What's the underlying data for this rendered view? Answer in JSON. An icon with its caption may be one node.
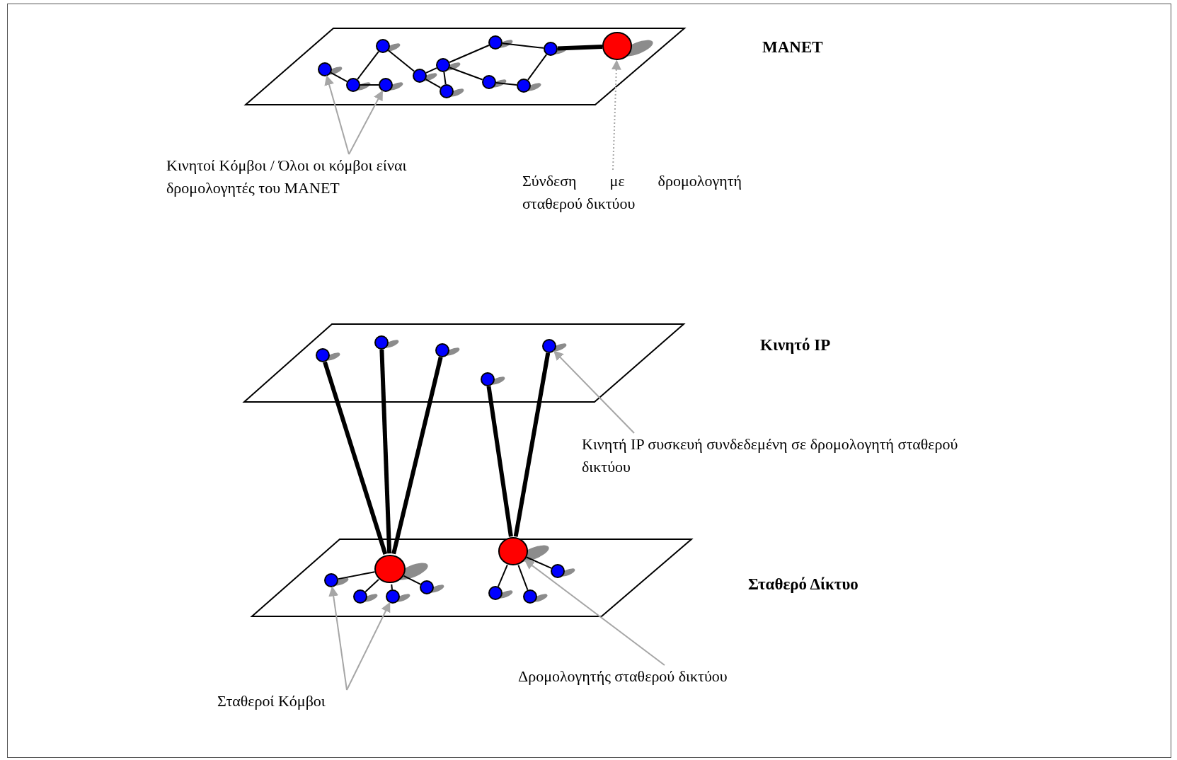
{
  "diagram": {
    "nodes": [
      {
        "text": [],
        "shape": "parallelogram"
      },
      {
        "text": [],
        "shape": "circle",
        "in": 0
      },
      {
        "text": [],
        "shape": "circle",
        "in": 0
      },
      {
        "text": [],
        "shape": "circle",
        "in": 0
      },
      {
        "text": [],
        "shape": "circle",
        "in": 0
      },
      {
        "text": [],
        "shape": "circle",
        "in": 0
      },
      {
        "text": [],
        "shape": "circle",
        "in": 0
      },
      {
        "text": [],
        "shape": "circle",
        "in": 0
      },
      {
        "text": [],
        "shape": "circle",
        "in": 0
      },
      {
        "text": [],
        "shape": "circle",
        "in": 0
      },
      {
        "text": [],
        "shape": "circle",
        "in": 0
      },
      {
        "text": [],
        "shape": "circle",
        "in": 0
      },
      {
        "text": [],
        "shape": "circle",
        "in": 0
      },
      {
        "text": [
          "Κινητοί Κόμβοι / Όλοι οι κόμβοι είναι δρομολογητές του MANET"
        ]
      },
      {
        "text": [
          "Σύνδεση με δρομολογητή σταθερού δικτύου"
        ]
      },
      {
        "text": [],
        "shape": "parallelogram"
      },
      {
        "text": [],
        "shape": "circle",
        "in": 15
      },
      {
        "text": [],
        "shape": "circle",
        "in": 15
      },
      {
        "text": [],
        "shape": "circle",
        "in": 15
      },
      {
        "text": [],
        "shape": "circle",
        "in": 15
      },
      {
        "text": [],
        "shape": "circle",
        "in": 15
      },
      {
        "text": [
          "Κινητή IP συσκευή συνδεδεμένη σε δρομολογητή σταθερού δικτύου"
        ]
      },
      {
        "text": [],
        "shape": "parallelogram"
      },
      {
        "text": [],
        "shape": "circle",
        "in": 22
      },
      {
        "text": [],
        "shape": "circle",
        "in": 22
      },
      {
        "text": [],
        "shape": "circle",
        "in": 22
      },
      {
        "text": [],
        "shape": "circle",
        "in": 22
      },
      {
        "text": [],
        "shape": "circle",
        "in": 22
      },
      {
        "text": [],
        "shape": "circle",
        "in": 22
      },
      {
        "text": [],
        "shape": "circle",
        "in": 22
      },
      {
        "text": [],
        "shape": "circle",
        "in": 22
      },
      {
        "text": [],
        "shape": "circle",
        "in": 22
      },
      {
        "text": [
          "Δρομολογητής σταθερού δικτύου"
        ]
      },
      {
        "text": [
          "Σταθεροί Κόμβοι"
        ]
      }
    ],
    "edges": [
      {
        "from": 1,
        "to": 2,
        "arrow": "none"
      },
      {
        "from": 2,
        "to": 4,
        "arrow": "none"
      },
      {
        "from": 2,
        "to": 3,
        "arrow": "none"
      },
      {
        "from": 3,
        "to": 5,
        "arrow": "none"
      },
      {
        "from": 5,
        "to": 6,
        "arrow": "none"
      },
      {
        "from": 5,
        "to": 7,
        "arrow": "none"
      },
      {
        "from": 6,
        "to": 7,
        "arrow": "none"
      },
      {
        "from": 6,
        "to": 9,
        "arrow": "none"
      },
      {
        "from": 9,
        "to": 11,
        "arrow": "none"
      },
      {
        "from": 6,
        "to": 8,
        "arrow": "none"
      },
      {
        "from": 8,
        "to": 10,
        "arrow": "none"
      },
      {
        "from": 10,
        "to": 11,
        "arrow": "none"
      },
      {
        "from": 11,
        "to": 12,
        "arrow": "none",
        "style": "thick"
      },
      {
        "from": 13,
        "to": 1,
        "arrow": "to",
        "color": "#a6a6a6"
      },
      {
        "from": 13,
        "to": 4,
        "arrow": "to",
        "color": "#a6a6a6"
      },
      {
        "from": 14,
        "to": 12,
        "arrow": "to",
        "style": "dashed",
        "color": "#a6a6a6"
      },
      {
        "from": 16,
        "to": 26,
        "arrow": "none",
        "style": "thick"
      },
      {
        "from": 17,
        "to": 26,
        "arrow": "none",
        "style": "thick"
      },
      {
        "from": 18,
        "to": 26,
        "arrow": "none",
        "style": "thick"
      },
      {
        "from": 19,
        "to": 29,
        "arrow": "none",
        "style": "thick"
      },
      {
        "from": 20,
        "to": 29,
        "arrow": "none",
        "style": "thick"
      },
      {
        "from": 21,
        "to": 20,
        "arrow": "to",
        "color": "#a6a6a6"
      },
      {
        "from": 26,
        "to": 23,
        "arrow": "none"
      },
      {
        "from": 26,
        "to": 24,
        "arrow": "none"
      },
      {
        "from": 26,
        "to": 25,
        "arrow": "none"
      },
      {
        "from": 26,
        "to": 27,
        "arrow": "none"
      },
      {
        "from": 29,
        "to": 28,
        "arrow": "none"
      },
      {
        "from": 29,
        "to": 30,
        "arrow": "none"
      },
      {
        "from": 29,
        "to": 31,
        "arrow": "none"
      },
      {
        "from": 32,
        "to": 29,
        "arrow": "to",
        "color": "#a6a6a6"
      },
      {
        "from": 33,
        "to": 23,
        "arrow": "to",
        "color": "#a6a6a6"
      },
      {
        "from": 33,
        "to": 25,
        "arrow": "to",
        "color": "#a6a6a6"
      }
    ],
    "labels": [
      "MANET",
      "Κινητό IP",
      "Σταθερό Δίκτυο"
    ]
  }
}
